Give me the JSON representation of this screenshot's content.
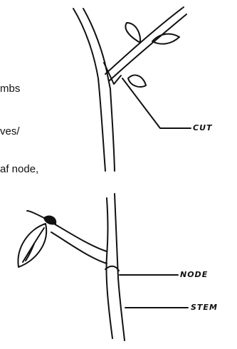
{
  "text_fragments": [
    "mbs",
    "ves/",
    "af node,"
  ],
  "labels": {
    "cut": "CUT",
    "node": "NODE",
    "stem": "STEM"
  }
}
